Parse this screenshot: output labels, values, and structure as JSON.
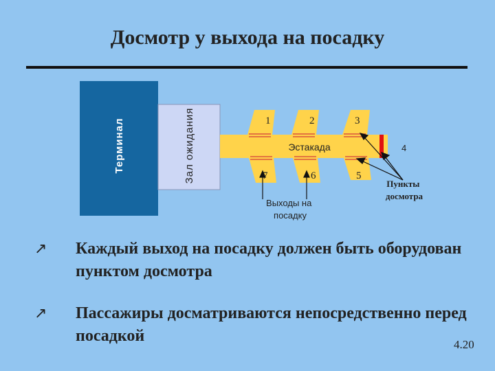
{
  "slide": {
    "title": "Досмотр у выхода на посадку",
    "page_number": "4.20"
  },
  "diagram": {
    "terminal_label": "Терминал",
    "waiting_hall_label": "Зал ожидания",
    "pier_label": "Эстакада",
    "gates_top": [
      "1",
      "2",
      "3"
    ],
    "gate_end": "4",
    "gates_bottom": [
      "7",
      "6",
      "5"
    ],
    "gates_caption": [
      "Выходы на",
      "посадку"
    ],
    "checkpoints_caption": [
      "Пункты",
      "досмотра"
    ],
    "colors": {
      "terminal": "#1566a0",
      "waiting_hall": "#cdd7f5",
      "pier": "#ffd34a",
      "checkpoint": "#e01010"
    }
  },
  "bullets": [
    {
      "icon": "arrow-up-right-icon",
      "text": "Каждый выход на посадку должен быть оборудован пунктом досмотра"
    },
    {
      "icon": "arrow-up-right-icon",
      "text": "Пассажиры досматриваются непосредственно перед посадкой"
    }
  ]
}
